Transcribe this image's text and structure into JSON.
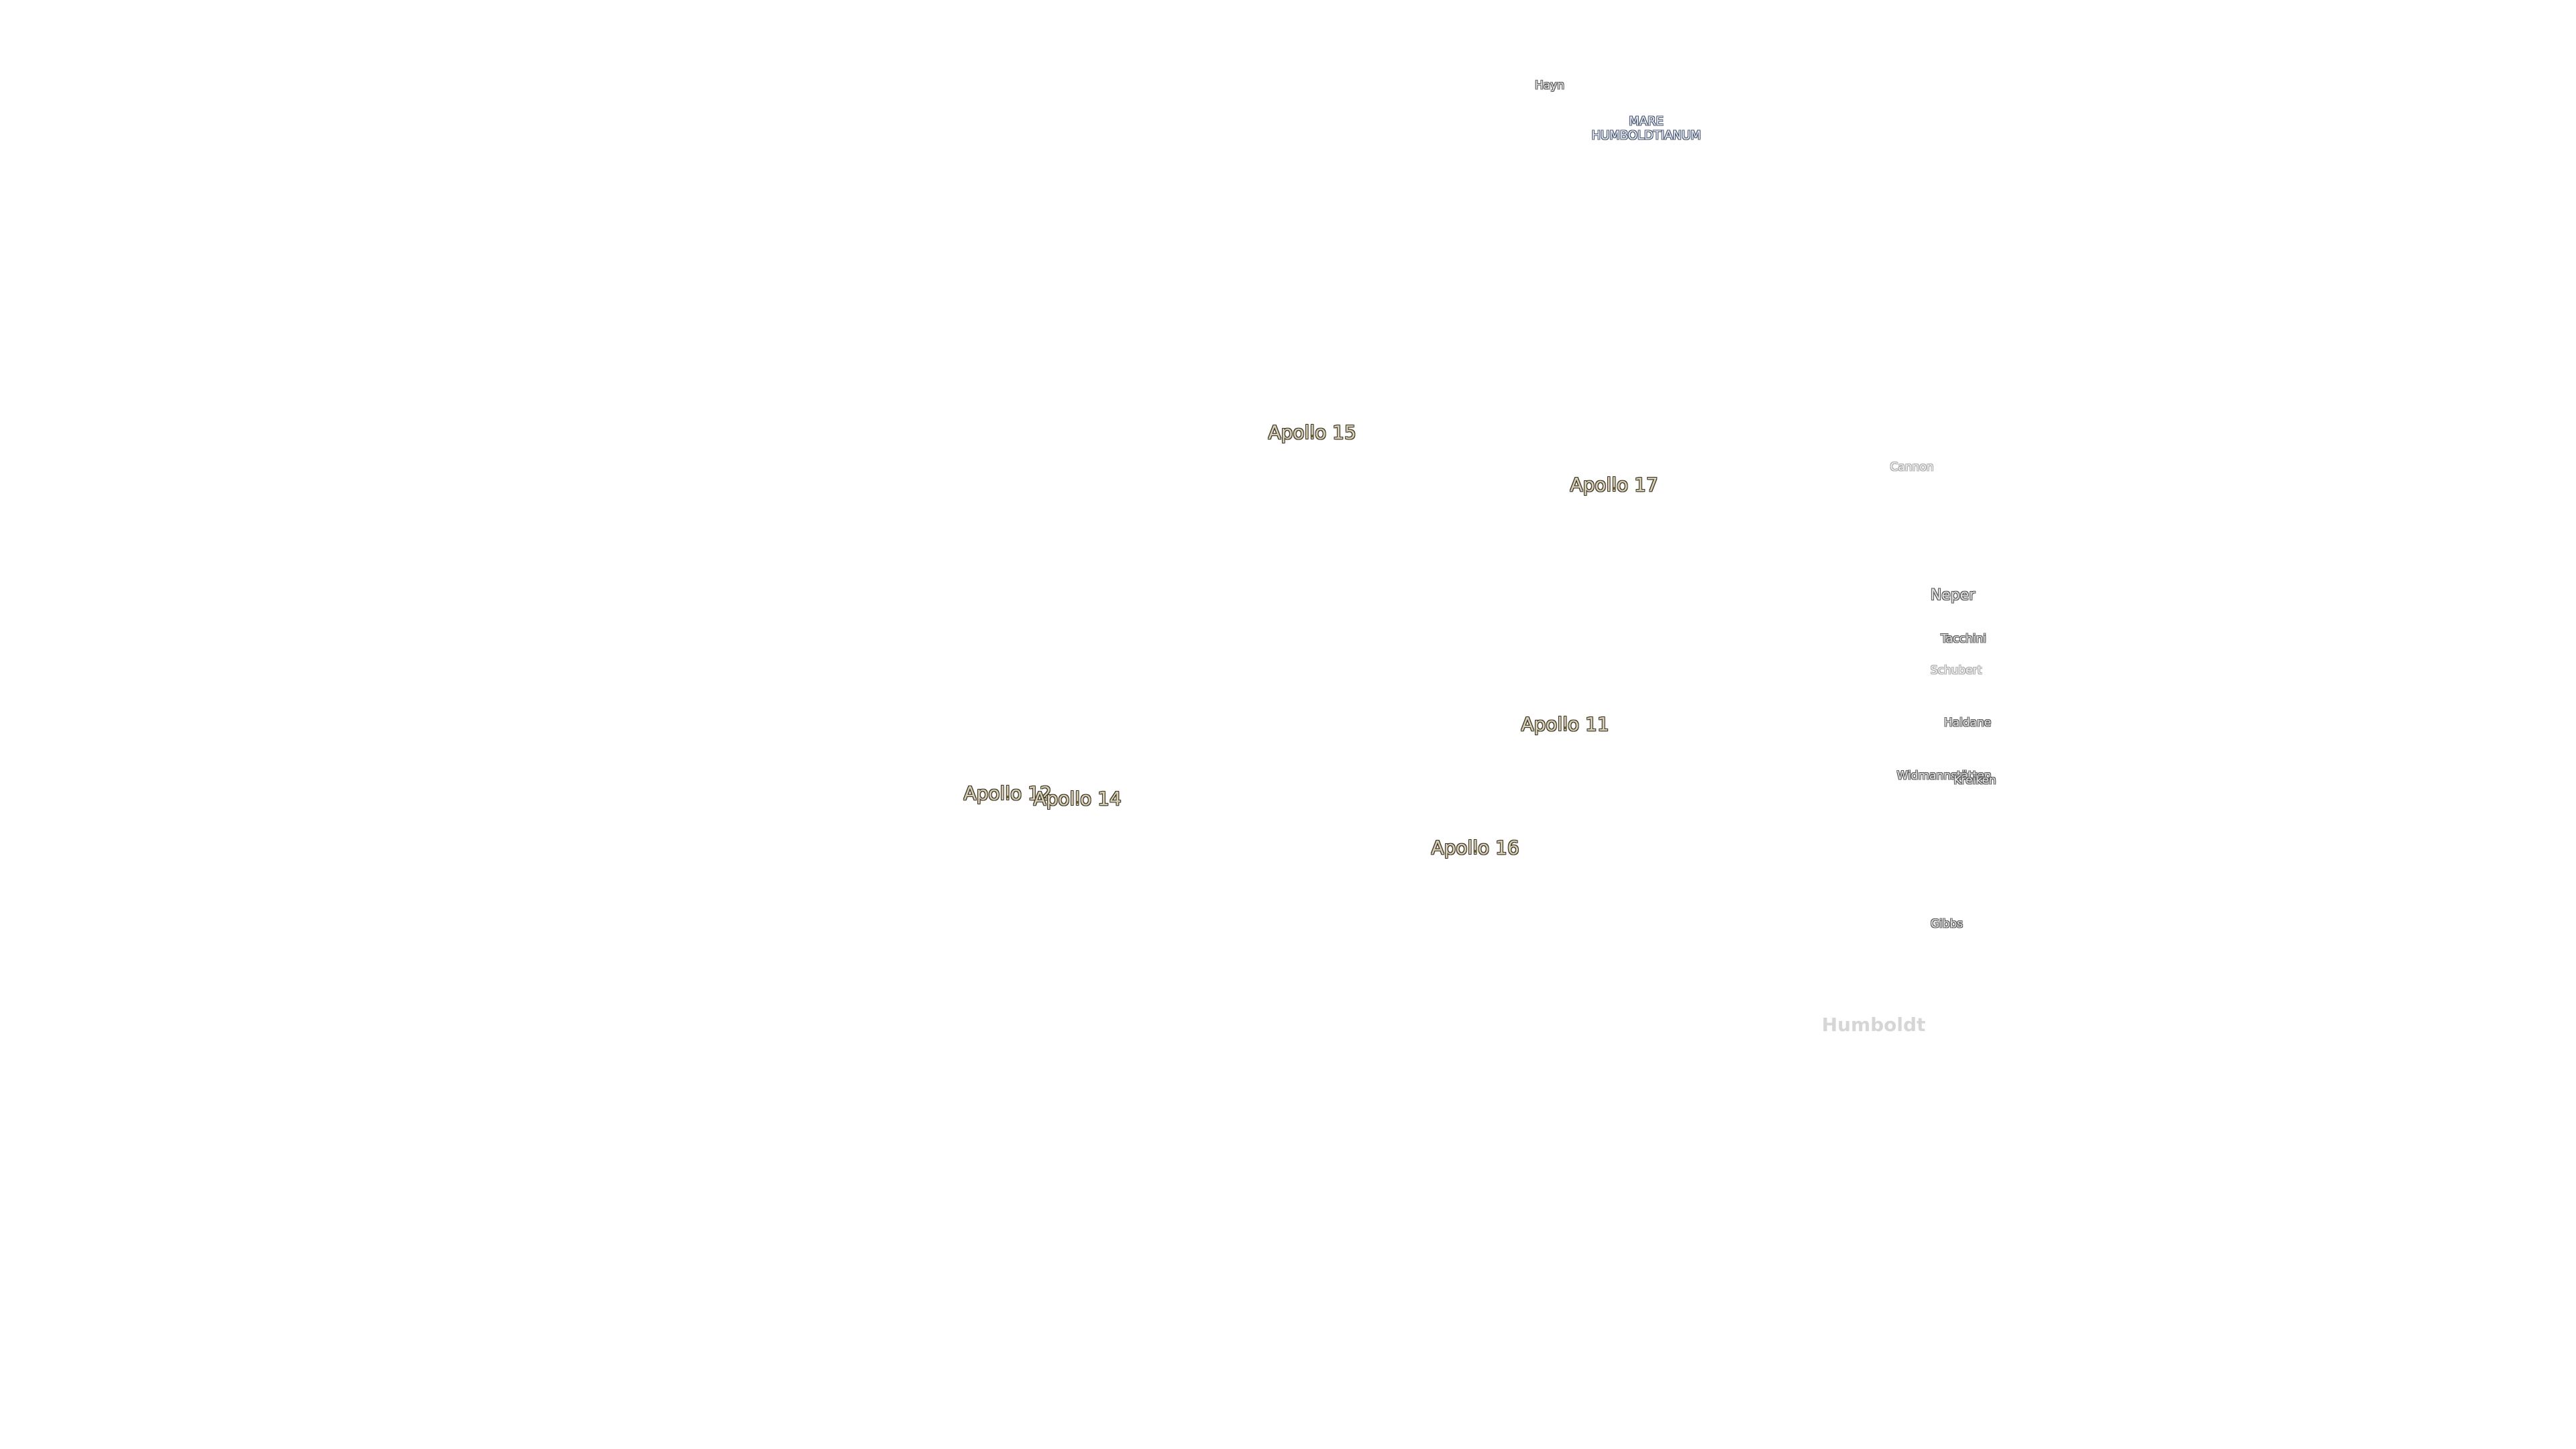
{
  "apollo_sites": [
    {
      "key": "a15",
      "label": "Apollo 15"
    },
    {
      "key": "a17",
      "label": "Apollo 17"
    },
    {
      "key": "a11",
      "label": "Apollo 11"
    },
    {
      "key": "a12",
      "label": "Apollo 12"
    },
    {
      "key": "a14",
      "label": "Apollo 14"
    },
    {
      "key": "a16",
      "label": "Apollo 16"
    }
  ],
  "craters": {
    "hayn": "Hayn",
    "cannon": "Cannon",
    "neper": "Neper",
    "tacchini": "Tacchini",
    "schubert": "Schubert",
    "haldane": "Haldane",
    "widmannstatten": "Widmannstätten",
    "kreiken": "Kreiken",
    "gibbs": "Gibbs",
    "humboldt": "Humboldt"
  },
  "maria": {
    "humboldtianum_line1": "MARE",
    "humboldtianum_line2": "HUMBOLDTIANUM"
  },
  "colors": {
    "background": "#ffffff",
    "apollo_text": "#d8cfb8",
    "apollo_outline": "#3a3320",
    "crater_outline": "#555555",
    "mare_outline": "#4a5670"
  }
}
